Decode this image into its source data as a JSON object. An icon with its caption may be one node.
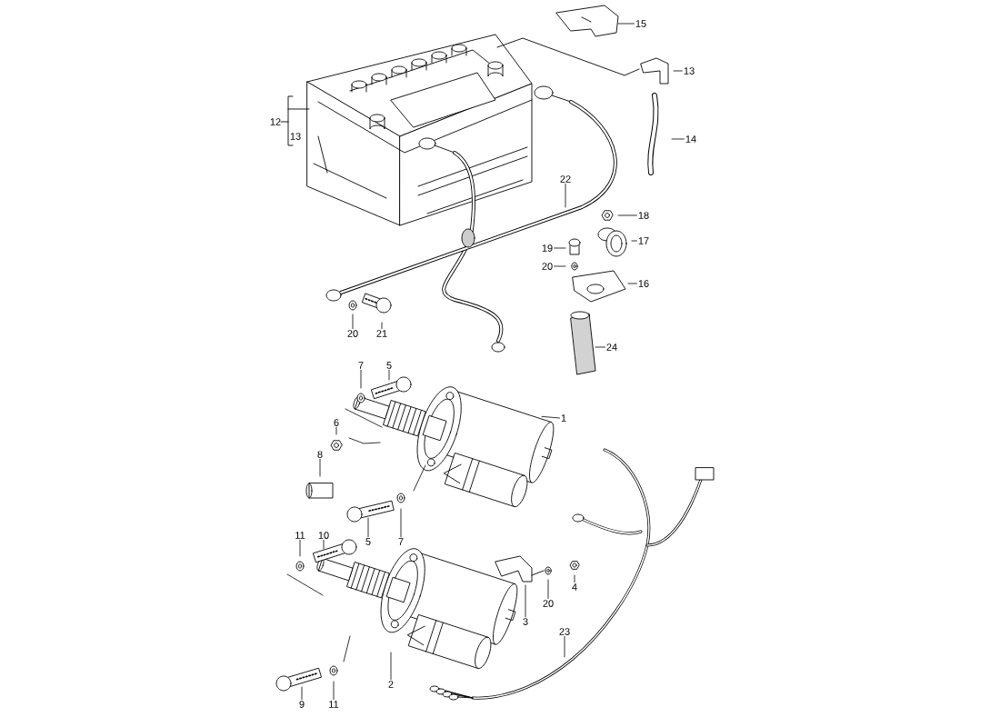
{
  "diagram": {
    "nodes": [
      {
        "text": [
          "15"
        ]
      },
      {
        "text": [
          "13"
        ]
      },
      {
        "text": [
          "14"
        ]
      },
      {
        "text": [
          "22"
        ]
      },
      {
        "text": [
          "18"
        ]
      },
      {
        "text": [
          "17"
        ]
      },
      {
        "text": [
          "19"
        ]
      },
      {
        "text": [
          "20"
        ]
      },
      {
        "text": [
          "16"
        ]
      },
      {
        "text": [
          "20"
        ]
      },
      {
        "text": [
          "21"
        ]
      },
      {
        "text": [
          "24"
        ]
      },
      {
        "text": [
          "7"
        ]
      },
      {
        "text": [
          "5"
        ]
      },
      {
        "text": [
          "1"
        ]
      },
      {
        "text": [
          "6"
        ]
      },
      {
        "text": [
          "8"
        ]
      },
      {
        "text": [
          "11"
        ]
      },
      {
        "text": [
          "10"
        ]
      },
      {
        "text": [
          "5"
        ]
      },
      {
        "text": [
          "7"
        ]
      },
      {
        "text": [
          "4"
        ]
      },
      {
        "text": [
          "20"
        ]
      },
      {
        "text": [
          "3"
        ]
      },
      {
        "text": [
          "23"
        ]
      },
      {
        "text": [
          "2"
        ]
      },
      {
        "text": [
          "9"
        ]
      },
      {
        "text": [
          "11"
        ]
      }
    ],
    "edges": [
      {
        "from": 0,
        "to": null,
        "arrow": "none"
      },
      {
        "from": 1,
        "to": null,
        "arrow": "none"
      },
      {
        "from": 2,
        "to": null,
        "arrow": "none"
      },
      {
        "from": 3,
        "to": null,
        "arrow": "none"
      },
      {
        "from": 4,
        "to": null,
        "arrow": "none"
      },
      {
        "from": 5,
        "to": null,
        "arrow": "none"
      },
      {
        "from": 6,
        "to": null,
        "arrow": "none"
      },
      {
        "from": 7,
        "to": null,
        "arrow": "none"
      },
      {
        "from": 8,
        "to": null,
        "arrow": "none"
      },
      {
        "from": 9,
        "to": null,
        "arrow": "none"
      },
      {
        "from": 10,
        "to": null,
        "arrow": "none"
      },
      {
        "from": 11,
        "to": null,
        "arrow": "none"
      },
      {
        "from": 12,
        "to": null,
        "arrow": "none"
      },
      {
        "from": 13,
        "to": null,
        "arrow": "none"
      },
      {
        "from": 14,
        "to": null,
        "arrow": "none"
      },
      {
        "from": 15,
        "to": null,
        "arrow": "none"
      },
      {
        "from": 16,
        "to": null,
        "arrow": "none"
      },
      {
        "from": 17,
        "to": null,
        "arrow": "none"
      },
      {
        "from": 18,
        "to": null,
        "arrow": "none"
      },
      {
        "from": 19,
        "to": null,
        "arrow": "none"
      },
      {
        "from": 20,
        "to": null,
        "arrow": "none"
      },
      {
        "from": 21,
        "to": null,
        "arrow": "none"
      },
      {
        "from": 22,
        "to": null,
        "arrow": "none"
      },
      {
        "from": 23,
        "to": null,
        "arrow": "none"
      },
      {
        "from": 24,
        "to": null,
        "arrow": "none"
      },
      {
        "from": 25,
        "to": null,
        "arrow": "none"
      },
      {
        "from": 26,
        "to": null,
        "arrow": "none"
      },
      {
        "from": 27,
        "to": null,
        "arrow": "none"
      }
    ],
    "labels": [
      "12",
      "13"
    ]
  }
}
